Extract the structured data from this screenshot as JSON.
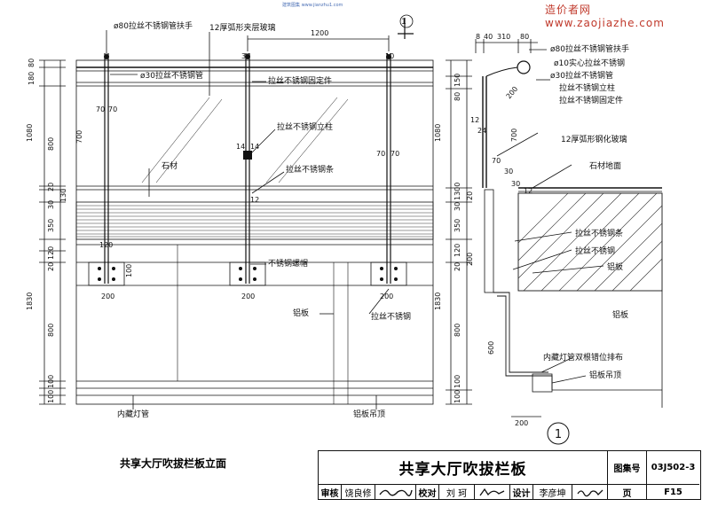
{
  "watermark": "造价者网www.zaojiazhe.com",
  "watermark_small": "建筑图集 www.jianzhu1.com",
  "drawing_caption": "共享大厅吹拔栏板立面",
  "section_marker": "1",
  "detail_marker": "1",
  "elevation": {
    "dims_left": [
      "80",
      "180",
      "1080",
      "800",
      "20",
      "30",
      "130",
      "350",
      "120",
      "20",
      "1830",
      "800",
      "100",
      "100"
    ],
    "dims_top": [
      "1200"
    ],
    "dims_misc": [
      "30",
      "10",
      "70",
      "70",
      "700",
      "14",
      "14",
      "70",
      "70",
      "12",
      "120",
      "100",
      "200",
      "200",
      "200"
    ],
    "labels": {
      "handrail_tube": "ø80拉丝不锈钢管扶手",
      "glass": "12厚弧形夹层玻璃",
      "steel_tube": "ø30拉丝不锈钢管",
      "fixing": "拉丝不锈钢固定件",
      "post": "拉丝不锈钢立柱",
      "stone": "石材",
      "strip": "拉丝不锈钢条",
      "cap": "不锈钢螺帽",
      "aluminum": "铝板",
      "brushed": "拉丝不锈钢",
      "lamp": "内藏灯管",
      "ceiling": "铝板吊顶"
    }
  },
  "section": {
    "dims_top": [
      "8",
      "40",
      "310",
      "80"
    ],
    "dims_left": [
      "150",
      "80",
      "1080",
      "1300",
      "30",
      "20",
      "350",
      "120",
      "200",
      "20",
      "1830",
      "800",
      "600",
      "100",
      "100"
    ],
    "dims_misc": [
      "12",
      "24",
      "700",
      "70",
      "30",
      "200",
      "30",
      "12",
      "200"
    ],
    "labels": {
      "handrail_tube": "ø80拉丝不锈钢管扶手",
      "solid_steel": "ø10实心拉丝不锈钢",
      "steel_tube": "ø30拉丝不锈钢管",
      "post": "拉丝不锈钢立柱",
      "fixing": "拉丝不锈钢固定件",
      "glass": "12厚弧形钢化玻璃",
      "stone_floor": "石材地面",
      "strip": "拉丝不锈钢条",
      "brushed": "拉丝不锈钢",
      "aluminum1": "铝板",
      "aluminum2": "铝板",
      "lamp": "内藏灯管双根错位排布",
      "ceiling": "铝板吊顶"
    }
  },
  "title_block": {
    "title": "共享大厅吹拔栏板",
    "atlas_label": "图集号",
    "atlas_no": "03J502-3",
    "review_label": "审核",
    "reviewer": "饶良修",
    "check_label": "校对",
    "checker": "刘 珂",
    "design_label": "设计",
    "designer": "李彦坤",
    "page_label": "页",
    "page_no": "F15"
  }
}
